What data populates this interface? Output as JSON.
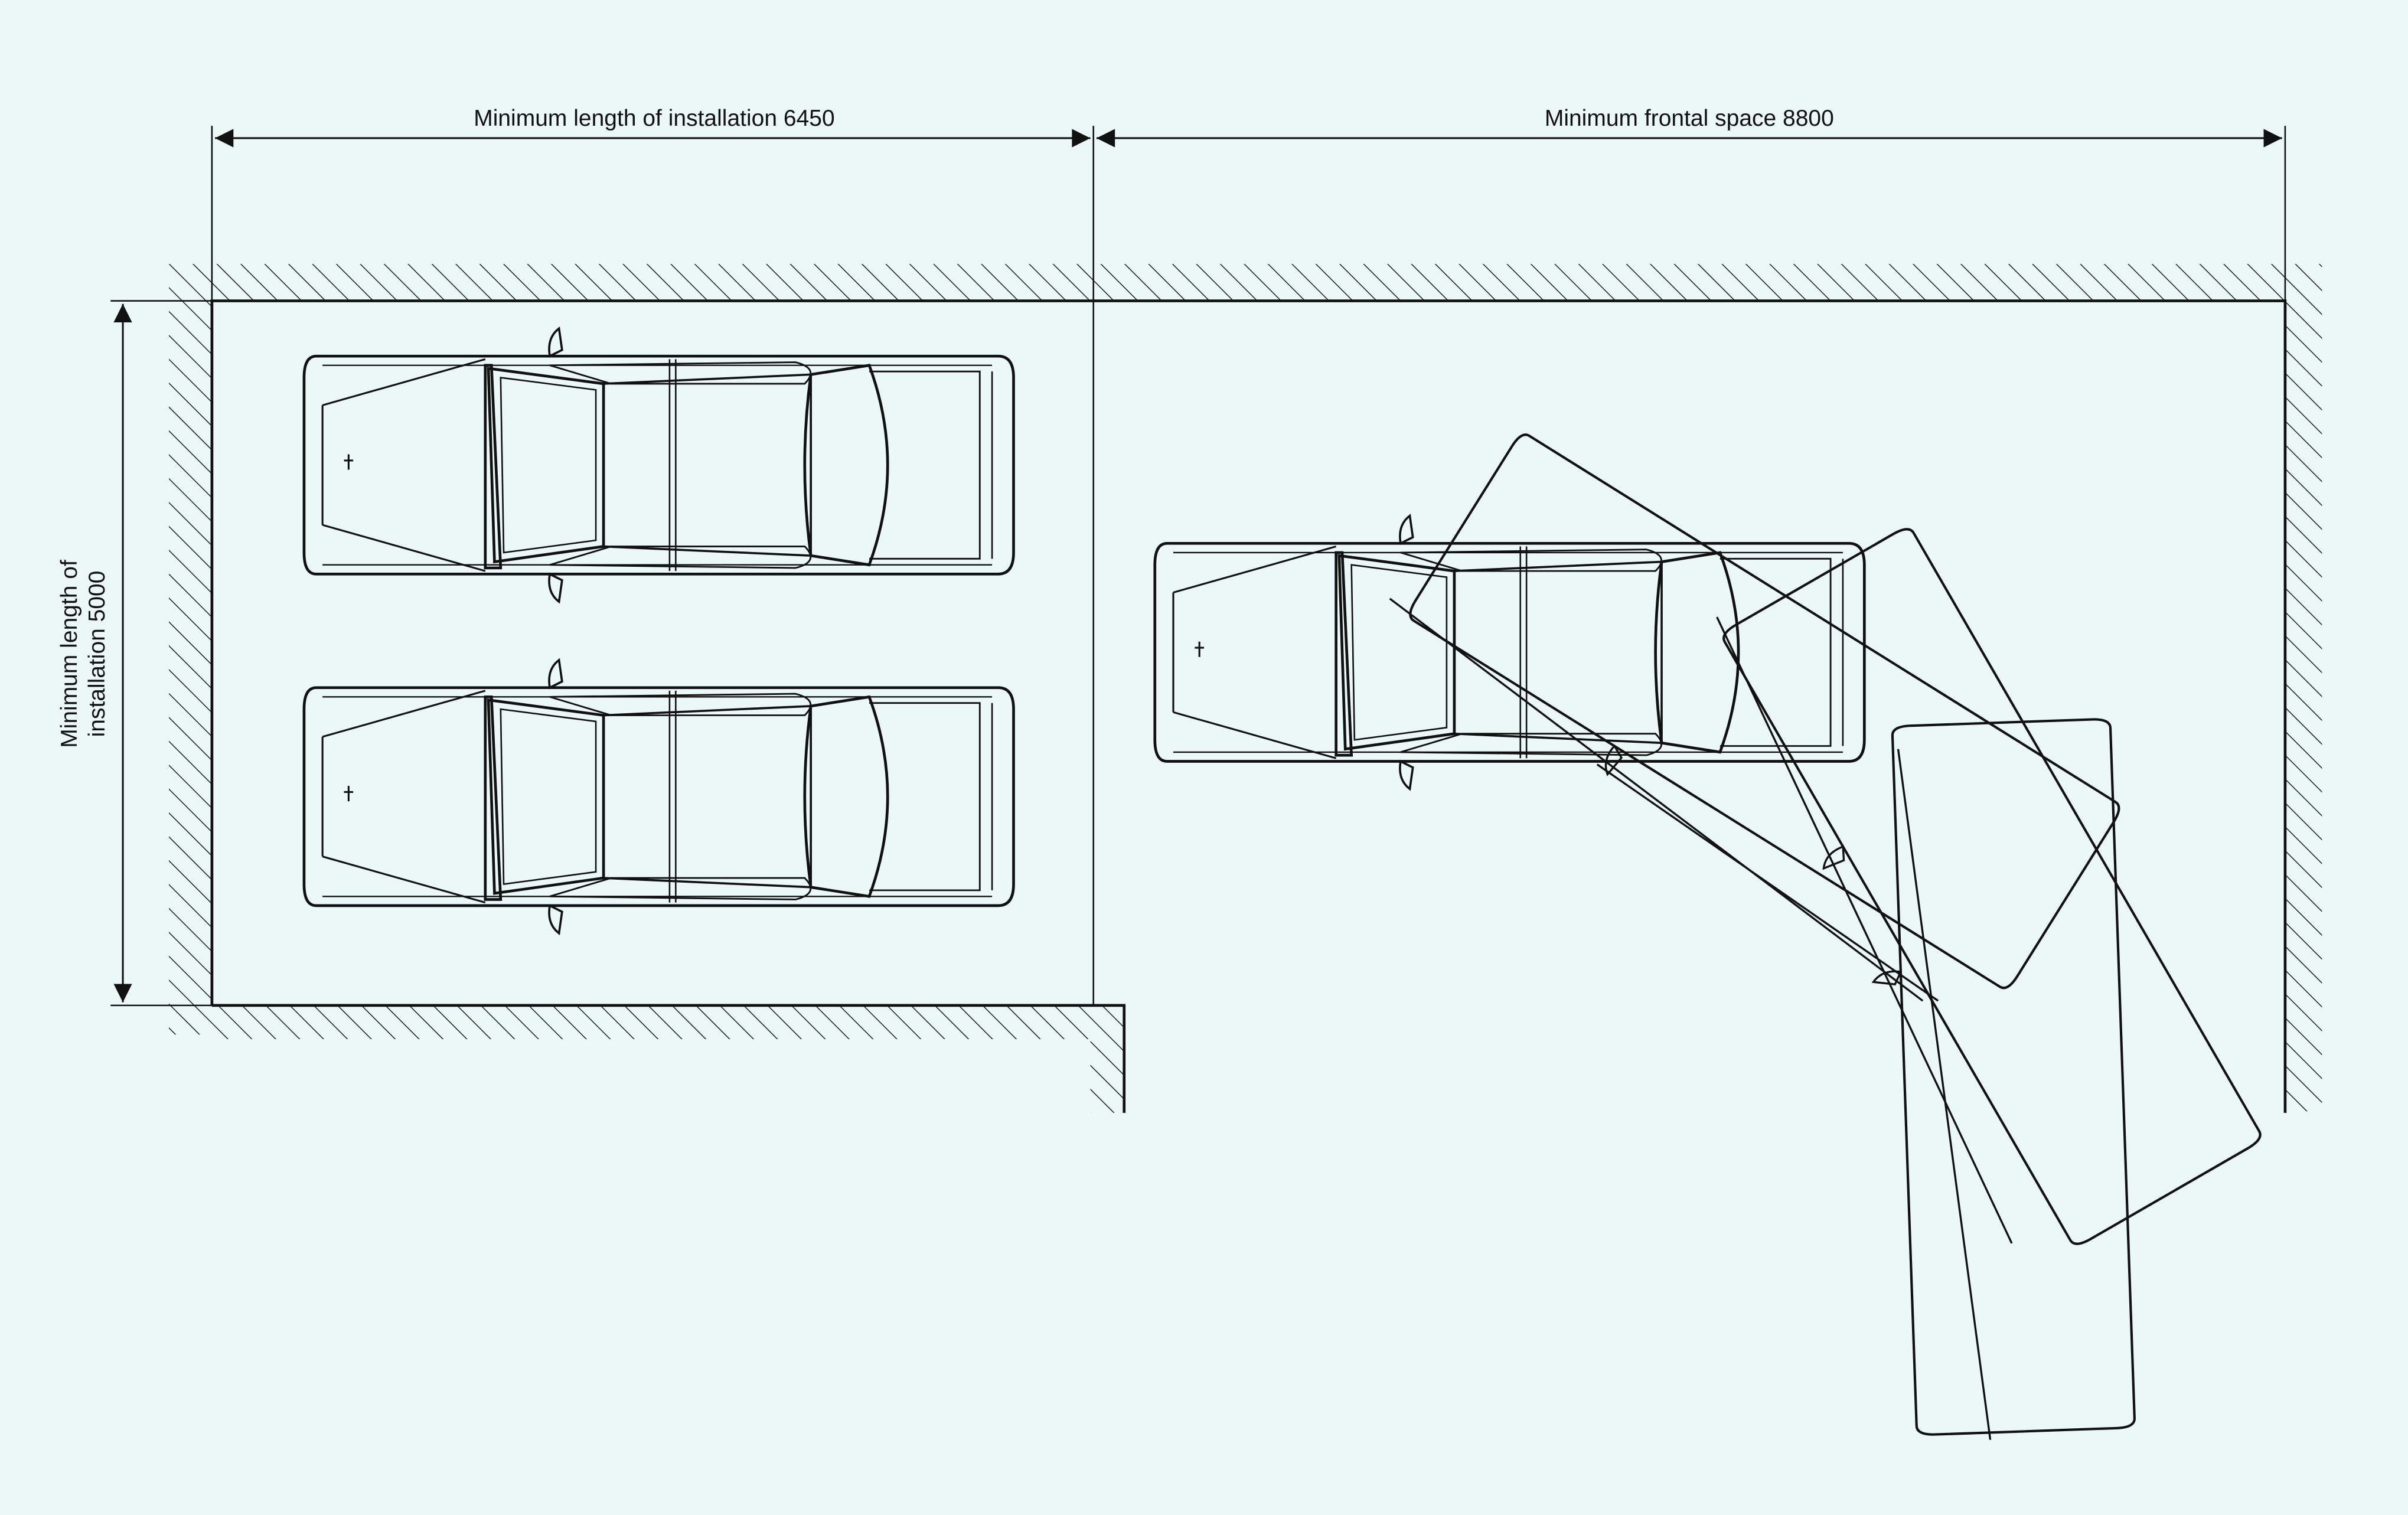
{
  "dimensions": {
    "installation_length": {
      "label": "Minimum length of installation 6450"
    },
    "frontal_space": {
      "label": "Minimum frontal space 8800"
    },
    "installation_width": {
      "line1": "Minimum length of",
      "line2": "installation 5000"
    }
  },
  "colors": {
    "background": "#ecf7f7",
    "line": "#111111"
  },
  "scene": {
    "parked_cars": 2,
    "maneuvering_car_positions": 4
  }
}
